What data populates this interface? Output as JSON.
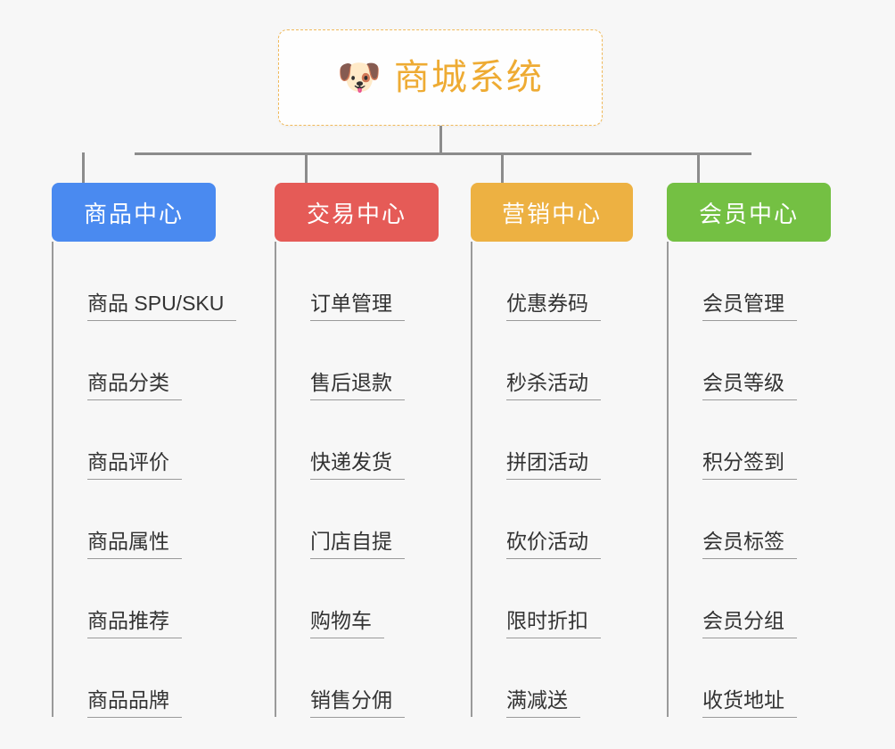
{
  "diagram": {
    "type": "mindmap",
    "background_color": "#f7f7f7",
    "root": {
      "icon": "shiba-dog-face-icon",
      "icon_glyph": "🐶",
      "title": "商城系统",
      "title_color": "#eeab33",
      "border_color": "#f0b95a"
    },
    "branches": [
      {
        "label": "商品中心",
        "color": "#4a8af0",
        "children": [
          "商品 SPU/SKU",
          "商品分类",
          "商品评价",
          "商品属性",
          "商品推荐",
          "商品品牌"
        ]
      },
      {
        "label": "交易中心",
        "color": "#e55b57",
        "children": [
          "订单管理",
          "售后退款",
          "快递发货",
          "门店自提",
          "购物车",
          "销售分佣"
        ]
      },
      {
        "label": "营销中心",
        "color": "#edb142",
        "children": [
          "优惠券码",
          "秒杀活动",
          "拼团活动",
          "砍价活动",
          "限时折扣",
          "满减送"
        ]
      },
      {
        "label": "会员中心",
        "color": "#74c043",
        "children": [
          "会员管理",
          "会员等级",
          "积分签到",
          "会员标签",
          "会员分组",
          "收货地址"
        ]
      }
    ],
    "connector_color": "#8c8c8c",
    "leaf_line_color": "#9a9a9a"
  }
}
